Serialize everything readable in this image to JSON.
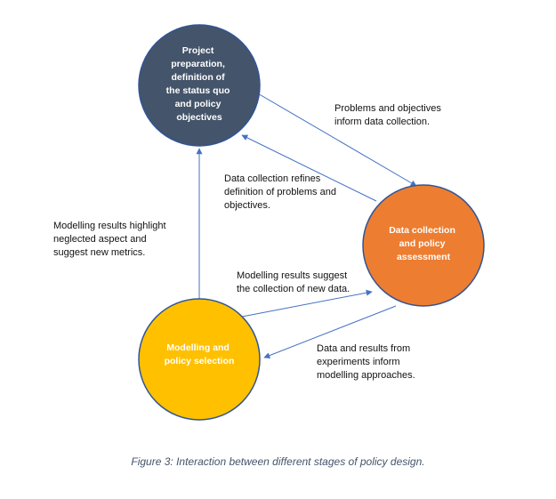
{
  "colors": {
    "node_project": "#44546a",
    "node_data": "#ed7d31",
    "node_modelling": "#ffc000",
    "node_stroke": "#2f5597",
    "arrow": "#4472c4",
    "caption": "#44546a"
  },
  "nodes": {
    "project": {
      "lines": [
        "Project",
        "preparation,",
        "definition of",
        "the status quo",
        "and policy",
        "objectives"
      ]
    },
    "data": {
      "lines": [
        "Data collection",
        "and policy",
        "assessment"
      ]
    },
    "modelling": {
      "lines": [
        "Modelling and",
        "policy selection"
      ]
    }
  },
  "edges": {
    "project_to_data": {
      "lines": [
        "Problems and objectives",
        "inform data collection."
      ]
    },
    "data_to_project": {
      "lines": [
        "Data collection refines",
        "definition of problems and",
        "objectives."
      ]
    },
    "modelling_to_project": {
      "lines": [
        "Modelling results highlight",
        "neglected aspect and",
        "suggest new metrics."
      ]
    },
    "modelling_to_data": {
      "lines": [
        "Modelling results suggest",
        "the collection of new data."
      ]
    },
    "data_to_modelling": {
      "lines": [
        "Data and results from",
        "experiments inform",
        "modelling approaches."
      ]
    }
  },
  "caption": "Figure 3: Interaction between different stages of policy design."
}
